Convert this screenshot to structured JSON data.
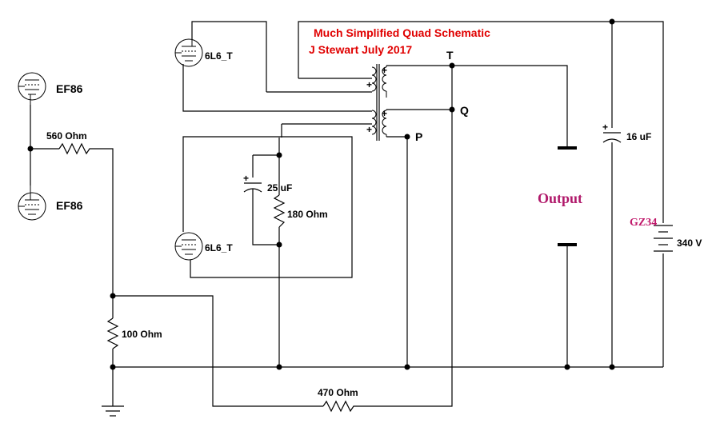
{
  "title": "Much Simplified Quad Schematic",
  "author_line": "J Stewart July 2017",
  "colors": {
    "title": "#e00000",
    "output": "#b0186a",
    "rectifier": "#c0186a",
    "wire": "#000000"
  },
  "tubes": {
    "ef86_top": "EF86",
    "ef86_bottom": "EF86",
    "p6l6_top": "6L6_T",
    "p6l6_bottom": "6L6_T"
  },
  "components": {
    "r560": "560  Ohm",
    "r100": "100  Ohm",
    "r180": "180  Ohm",
    "r470": "470  Ohm",
    "c25": "25 uF",
    "c16": "16 uF",
    "battery": "340 V",
    "rectifier": "GZ34"
  },
  "transformer": {
    "tap_t": "T",
    "tap_q": "Q",
    "tap_p": "P",
    "dot_mark": "+"
  },
  "output_label": "Output",
  "polarity_mark": "+"
}
